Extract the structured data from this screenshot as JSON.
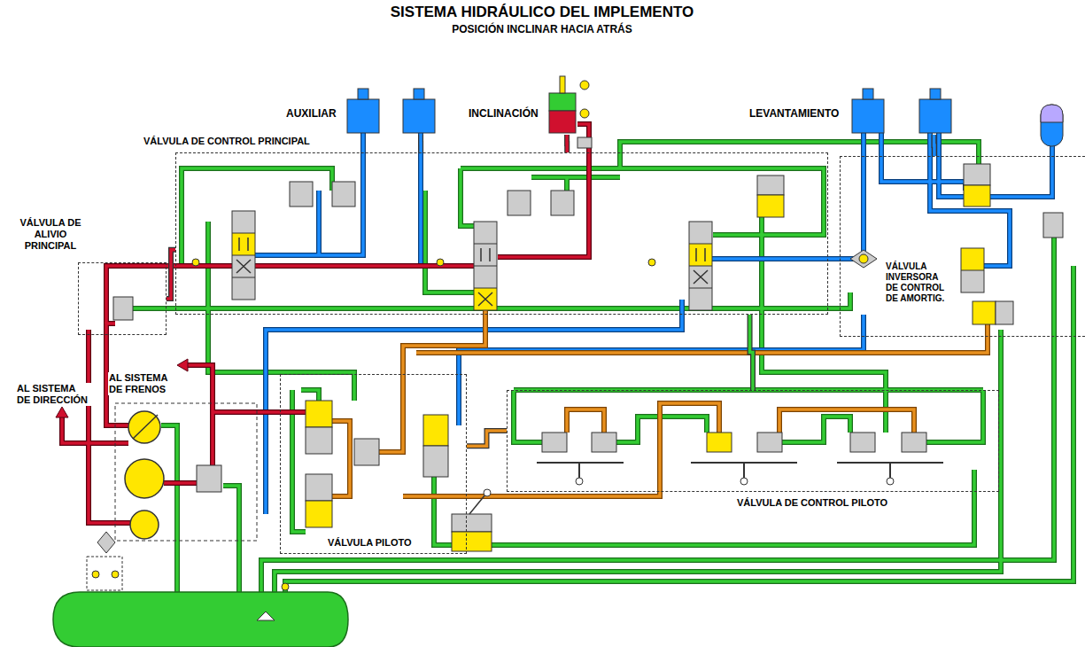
{
  "diagram": {
    "title": "SISTEMA HIDRÁULICO DEL IMPLEMENTO",
    "nodes": [
      {
        "text": [
          "AUXILIAR"
        ]
      },
      {
        "text": [
          "INCLINACIÓN"
        ]
      },
      {
        "text": [
          "LEVANTAMIENTO"
        ]
      },
      {
        "text": [
          "VÁLVULA DE CONTROL PRINCIPAL"
        ]
      },
      {
        "text": [
          "VÁLVULA INVERSORA DE CONTROL DE AMORTIG."
        ]
      },
      {
        "text": [
          "VÁLVULA DE ALIVIO PRINCIPAL"
        ]
      },
      {
        "text": [
          "VÁLVULA PILOTO"
        ]
      },
      {
        "text": [
          "VÁLVULA DE CONTROL PILOTO"
        ]
      }
    ],
    "edges": [
      {
        "from": 0,
        "to": 3,
        "arrow": "none"
      },
      {
        "from": 1,
        "to": 3,
        "arrow": "none"
      },
      {
        "from": 2,
        "to": 4,
        "arrow": "none"
      },
      {
        "from": 5,
        "to": 3,
        "arrow": "none"
      },
      {
        "from": 6,
        "to": 7,
        "arrow": "none"
      },
      {
        "from": 7,
        "to": 3,
        "arrow": "none"
      }
    ],
    "labels": [
      "POSICIÓN INCLINAR HACIA ATRÁS",
      "AL SISTEMA DE DIRECCIÓN",
      "AL SISTEMA DE FRENOS"
    ]
  }
}
